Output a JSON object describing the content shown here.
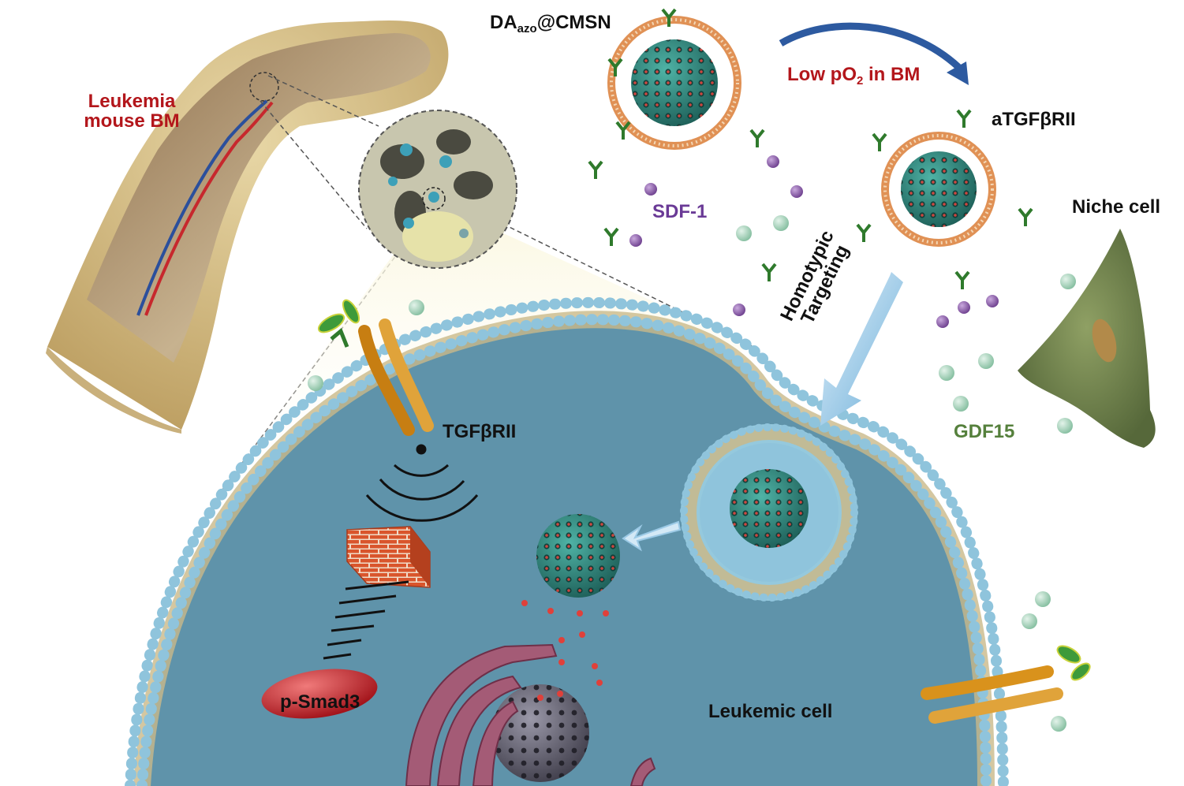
{
  "labels": {
    "bm_title_line1": "Leukemia",
    "bm_title_line2": "mouse BM",
    "np_name_main": "DA",
    "np_name_sub": "azo",
    "np_name_rest": "@CMSN",
    "condition_pre": "Low pO",
    "condition_sub": "2",
    "condition_post": " in BM",
    "antibody": "aTGFβRII",
    "chemokine": "SDF-1",
    "niche": "Niche cell",
    "targeting_line1": "Homotypic",
    "targeting_line2": "Targeting",
    "growth_factor": "GDF15",
    "receptor": "TGFβRII",
    "signal": "p-Smad3",
    "cell": "Leukemic cell"
  },
  "colors": {
    "label_red": "#b3161b",
    "label_purple": "#6a3a96",
    "label_green": "#55803c",
    "cytoplasm": "#6fa0b6",
    "membrane_bead": "#8fc4dc",
    "nanoparticle": "#2f8f84",
    "payload": "#e0403a",
    "receptor": "#d9921c",
    "sdf1_dot": "#8a5aa8",
    "gdf15_dot": "#a9d6bd",
    "niche_cell": "#7c8f55"
  }
}
